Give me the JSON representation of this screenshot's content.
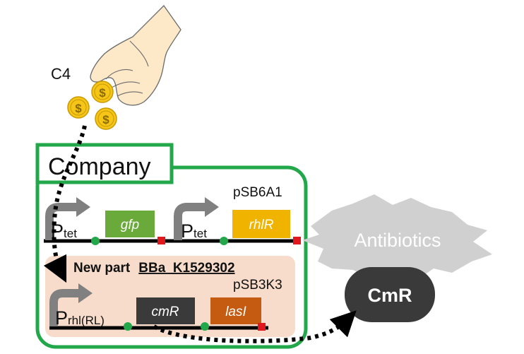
{
  "labels": {
    "c4": "C4",
    "company": "Company",
    "plasmid_top": "pSB6A1",
    "plasmid_bottom": "pSB3K3",
    "new_part_prefix": "New part",
    "new_part_id": "BBa_K1529302",
    "antibiotics": "Antibiotics",
    "cmr_resistance": "CmR",
    "coin_symbol": "$"
  },
  "circuit_top": {
    "promoter1": {
      "main": "P",
      "sub": "tet"
    },
    "gene1": "gfp",
    "promoter2": {
      "main": "P",
      "sub": "tet"
    },
    "gene2": "rhlR"
  },
  "circuit_bottom": {
    "promoter": {
      "main": "P",
      "sub": "rhl(RL)"
    },
    "gene1": "cmR",
    "gene2": "lasI"
  },
  "colors": {
    "company_border": "#22a84a",
    "new_part_bg": "#f7dccb",
    "gfp": "#6aaa3a",
    "rhlR": "#f0b400",
    "cmR": "#3a3a3a",
    "lasI": "#c55a11",
    "rbs": "#22a84a",
    "terminator": "#e0181e",
    "promoter_arrow": "#7f7f7f",
    "antibiotics_burst": "#d0d0d0",
    "cmr_pill": "#3a3a3a",
    "coin": "#f5c518"
  }
}
